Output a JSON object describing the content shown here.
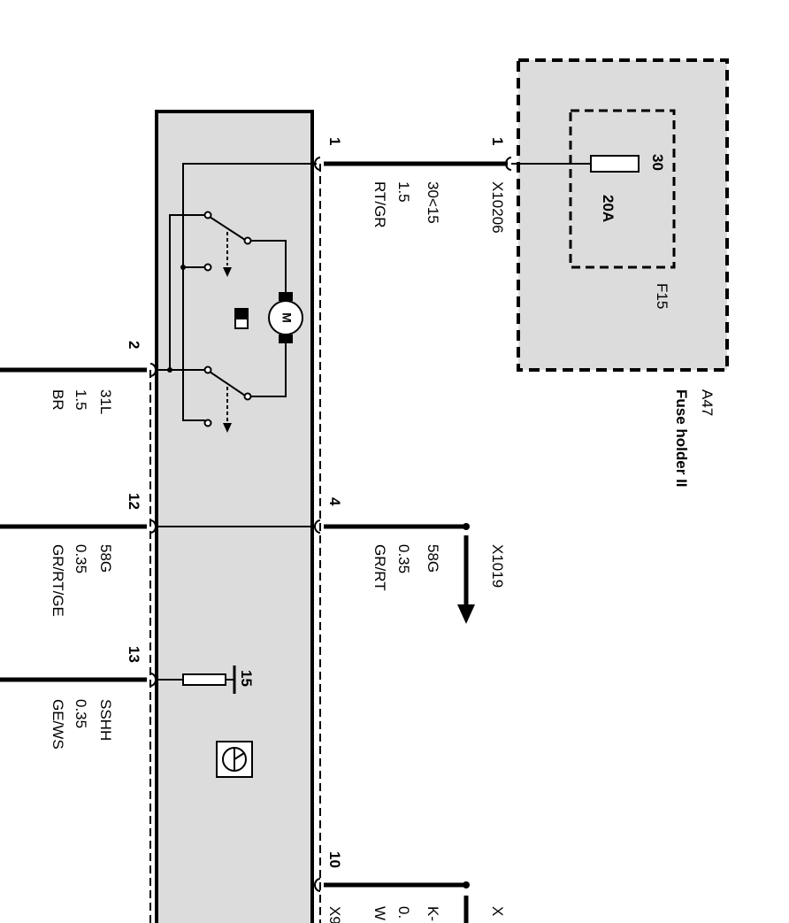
{
  "fuse_holder": {
    "id": "A47",
    "name": "Fuse holder II",
    "fuse_id": "F15",
    "fuse_rating": "20A",
    "terminal": "30"
  },
  "connectors": {
    "x10206": {
      "name": "X10206",
      "pin": "1"
    },
    "x1019": {
      "name": "X1019"
    },
    "x9": {
      "name": "X9",
      "partial_label": "X"
    }
  },
  "module_pins": {
    "p1": "1",
    "p2": "2",
    "p4": "4",
    "p10": "10",
    "p12": "12",
    "p13": "13",
    "internal_15": "15"
  },
  "wires": {
    "w1": {
      "signal": "30<15",
      "size": "1.5",
      "color": "RT/GR"
    },
    "w2": {
      "signal": "31L",
      "size": "1.5",
      "color": "BR"
    },
    "w4": {
      "signal": "58G",
      "size": "0.35",
      "color": "GR/RT"
    },
    "w12": {
      "signal": "58G",
      "size": "0.35",
      "color": "GR/RT/GE"
    },
    "w13": {
      "signal": "SSHH",
      "size": "0.35",
      "color": "GE/WS"
    },
    "w10": {
      "signal": "K-",
      "size": "0.",
      "color": "W"
    }
  },
  "colors": {
    "module_fill": "#dcdcdc",
    "line": "#000000"
  }
}
